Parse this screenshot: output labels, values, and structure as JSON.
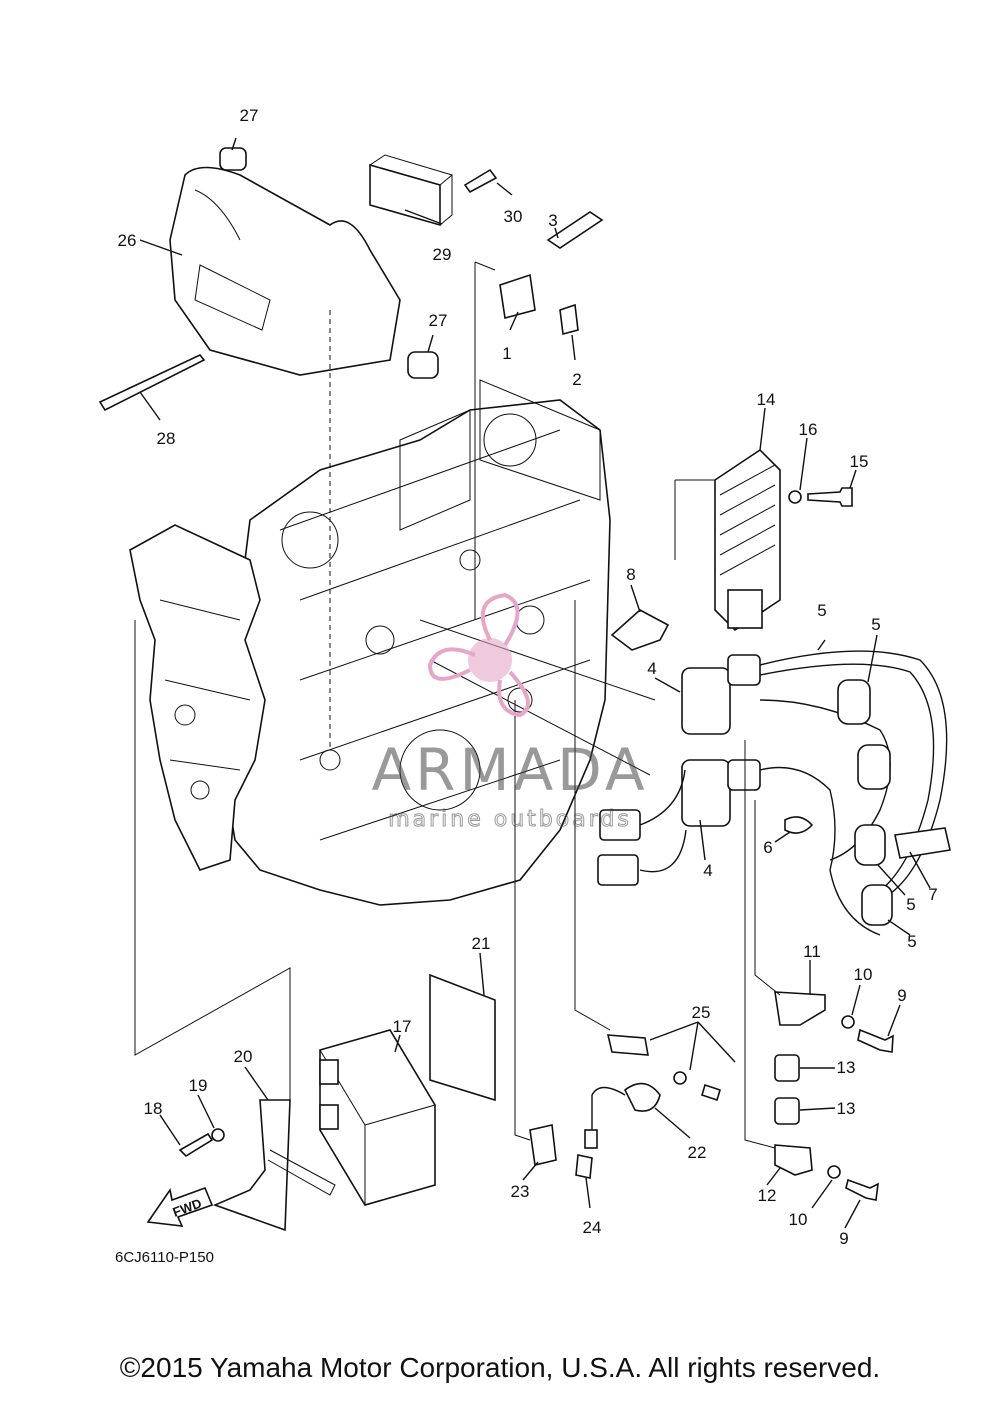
{
  "diagram": {
    "part_code": "6CJ6110-P150",
    "fwd_label": "FWD",
    "callouts": [
      "27",
      "26",
      "29",
      "30",
      "3",
      "1",
      "2",
      "27",
      "28",
      "14",
      "16",
      "15",
      "8",
      "5",
      "5",
      "4",
      "6",
      "7",
      "5",
      "5",
      "4",
      "21",
      "11",
      "10",
      "9",
      "17",
      "25",
      "13",
      "20",
      "19",
      "18",
      "13",
      "22",
      "23",
      "24",
      "12",
      "10",
      "9"
    ]
  },
  "watermark": {
    "brand": "ARMADA",
    "tagline": "marine outboards",
    "color": "#e6a6c8"
  },
  "footer": {
    "copyright": "©2015 Yamaha Motor Corporation, U.S.A. All rights reserved."
  }
}
